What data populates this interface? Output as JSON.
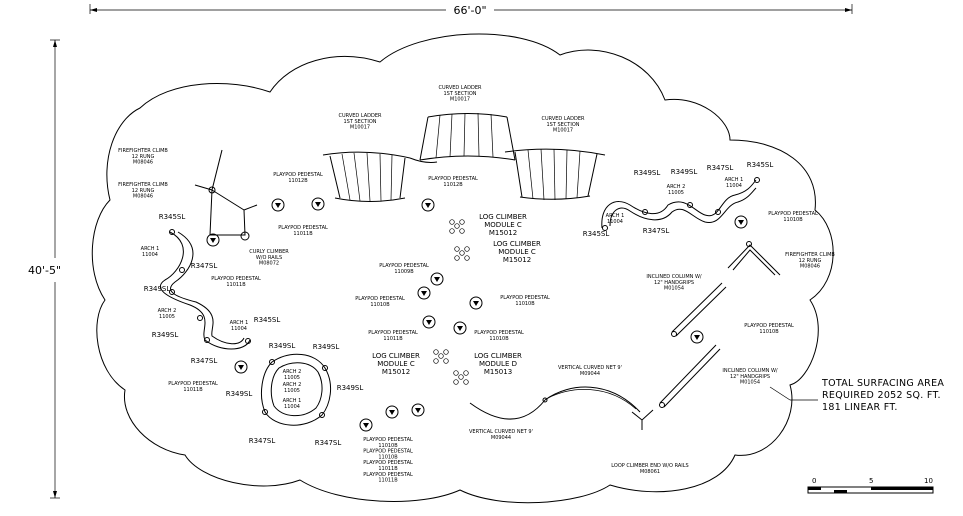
{
  "dimensions": {
    "width": "66'-0\"",
    "height": "40'-5\""
  },
  "surfacing_note": [
    "TOTAL SURFACING AREA",
    "REQUIRED 2052 SQ. FT.",
    "181 LINEAR FT."
  ],
  "scale_bar": [
    "0",
    "5",
    "10"
  ],
  "labels": {
    "curved_ladder_top": [
      "CURVED LADDER",
      "1ST SECTION",
      "M10017"
    ],
    "curved_ladder_left": [
      "CURVED LADDER",
      "1ST SECTION",
      "M10017"
    ],
    "curved_ladder_right": [
      "CURVED LADDER",
      "1ST SECTION",
      "M10017"
    ],
    "firefighter_1": [
      "FIREFIGHTER CLIMB",
      "12 RUNG",
      "M08046"
    ],
    "firefighter_2": [
      "FIREFIGHTER CLIMB",
      "12 RUNG",
      "M08046"
    ],
    "firefighter_3": [
      "FIREFIGHTER CLIMB",
      "12 RUNG",
      "M08046"
    ],
    "pedestal_1": [
      "PLAYPOD PEDESTAL",
      "11012B"
    ],
    "pedestal_2": [
      "PLAYPOD PEDESTAL",
      "11012B"
    ],
    "pedestal_3": [
      "PLAYPOD PEDESTAL",
      "11011B"
    ],
    "pedestal_4": [
      "PLAYPOD PEDESTAL",
      "11011B"
    ],
    "pedestal_5": [
      "PLAYPOD PEDESTAL",
      "11009B"
    ],
    "pedestal_6": [
      "PLAYPOD PEDESTAL",
      "11010B"
    ],
    "pedestal_7": [
      "PLAYPOD PEDESTAL",
      "11010B"
    ],
    "pedestal_8": [
      "PLAYPOD PEDESTAL",
      "11011B"
    ],
    "pedestal_9": [
      "PLAYPOD PEDESTAL",
      "11010B"
    ],
    "pedestal_10": [
      "PLAYPOD PEDESTAL",
      "11011B"
    ],
    "pedestal_11": [
      "PLAYPOD PEDESTAL",
      "11010B"
    ],
    "pedestal_12": [
      "PLAYPOD PEDESTAL",
      "11010B"
    ],
    "pedestal_stack": [
      "PLAYPOD PEDESTAL",
      "11010B",
      "PLAYPOD PEDESTAL",
      "11010B",
      "PLAYPOD PEDESTAL",
      "11011B",
      "PLAYPOD PEDESTAL",
      "11011B"
    ],
    "curly_climber": [
      "CURLY CLIMBER",
      "W/O RAILS",
      "M08072"
    ],
    "log_c1": [
      "LOG CLIMBER",
      "MODULE C",
      "M15012"
    ],
    "log_c2": [
      "LOG CLIMBER",
      "MODULE C",
      "M15012"
    ],
    "log_c3": [
      "LOG CLIMBER",
      "MODULE C",
      "M15012"
    ],
    "log_d": [
      "LOG CLIMBER",
      "MODULE D",
      "M15013"
    ],
    "vnet_1": [
      "VERTICAL CURVED NET 9'",
      "M09044"
    ],
    "vnet_2": [
      "VERTICAL CURVED NET 9'",
      "M09044"
    ],
    "incl_1": [
      "INCLINED COLUMN W/",
      "12\" HANDGRIPS",
      "M01054"
    ],
    "incl_2": [
      "INCLINED COLUMN W/",
      "12\" HANDGRIPS",
      "M01054"
    ],
    "loop_climber": [
      "LOOP CLIMBER END W/O RAILS",
      "M08061"
    ],
    "arch_1_left": [
      "ARCH 1",
      "11004"
    ],
    "arch_2_left": [
      "ARCH 2",
      "11005"
    ],
    "arch_1_left2": [
      "ARCH 1",
      "11004"
    ],
    "arch_2_ring": [
      "ARCH 2",
      "11005"
    ],
    "arch_2_ring_b": [
      "ARCH 2",
      "11005"
    ],
    "arch_1_ring": [
      "ARCH 1",
      "11004"
    ],
    "arch_1_top_a": [
      "ARCH 1",
      "11004"
    ],
    "arch_2_top": [
      "ARCH 2",
      "11005"
    ],
    "arch_1_top_b": [
      "ARCH 1",
      "11004"
    ]
  },
  "radius_tags": {
    "top_row": [
      "R349SL",
      "R349SL",
      "R347SL",
      "R345SL"
    ],
    "top_bottom": [
      "R345SL",
      "R347SL"
    ],
    "left_col": [
      "R345SL",
      "R347SL",
      "R349SL",
      "R349SL",
      "R345SL",
      "R347SL"
    ],
    "ring": [
      "R349SL",
      "R349SL",
      "R349SL",
      "R349SL",
      "R347SL",
      "R347SL"
    ]
  }
}
